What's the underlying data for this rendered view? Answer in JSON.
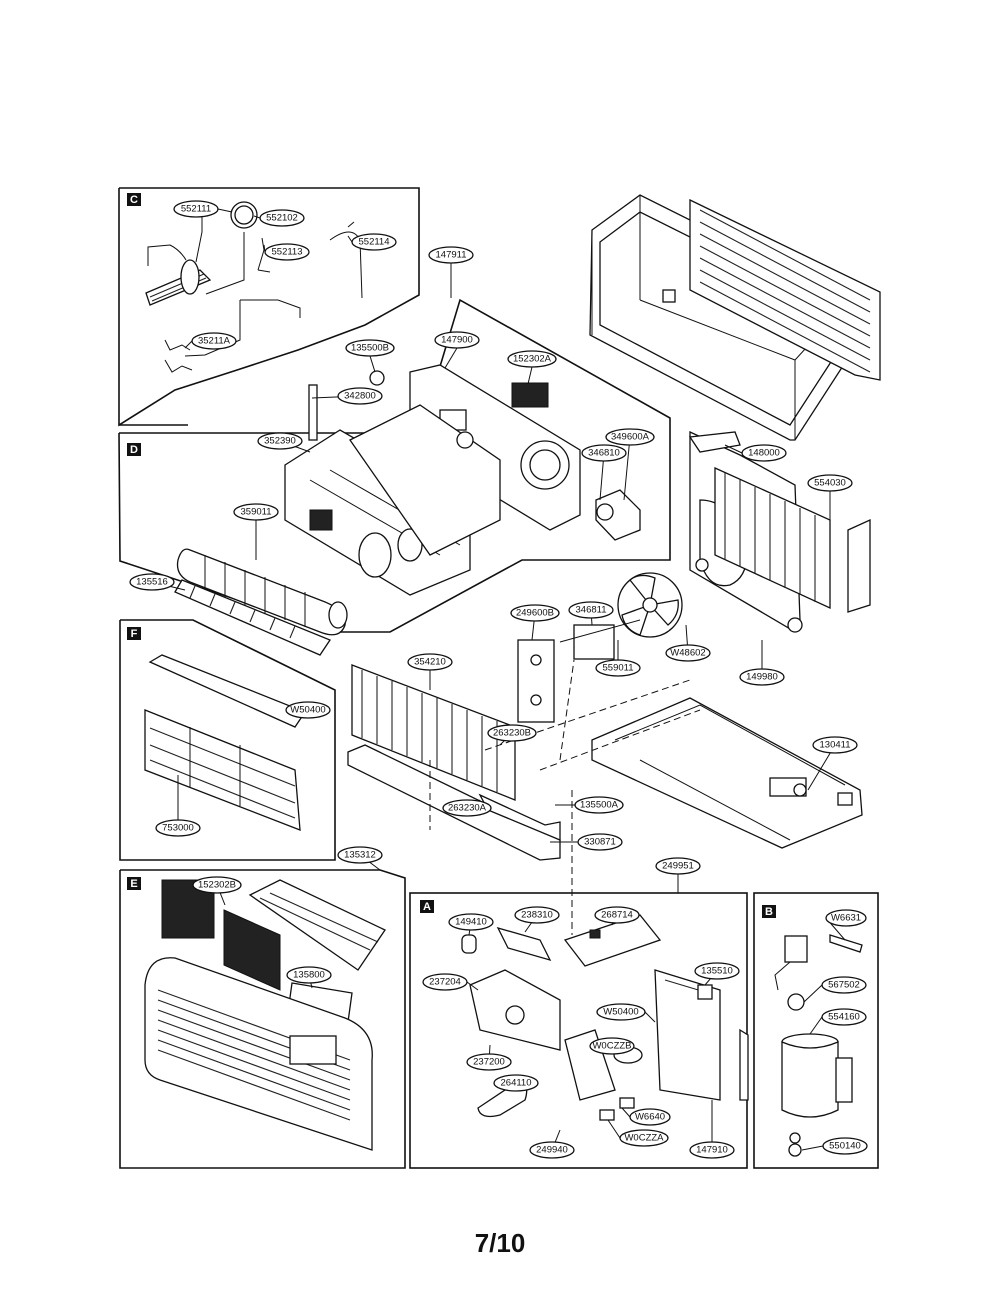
{
  "page_number": "7/10",
  "sections": {
    "A": "A",
    "B": "B",
    "C": "C",
    "D": "D",
    "E": "E",
    "F": "F"
  },
  "part_numbers": {
    "c1": "552111",
    "c2": "552102",
    "c3": "552113",
    "c4": "552114",
    "c5": "35211A",
    "c6": "147911",
    "c7": "135500B",
    "c8": "147900",
    "c9": "152302A",
    "c10": "342800",
    "c11": "352390",
    "c12": "349600A",
    "c13": "346810",
    "c14": "148000",
    "c15": "554030",
    "c16": "359011",
    "c17": "135516",
    "c18": "249600B",
    "c19": "346811",
    "c20": "559011",
    "c21": "W48602",
    "c22": "149980",
    "c23": "354210",
    "c24": "W50400",
    "c25": "263230B",
    "c26": "130411",
    "c27": "263230A",
    "c28": "135500A",
    "c29": "753000",
    "c30": "330871",
    "c31": "135312",
    "c32": "249951",
    "c33": "152302B",
    "c34": "149410",
    "c35": "238310",
    "c36": "268714",
    "c37": "W6631",
    "c38": "237204",
    "c39": "135510",
    "c40": "567502",
    "c41": "135800",
    "c42": "W50400",
    "c43": "554160",
    "c44": "237200",
    "c45": "W0CZZB",
    "c46": "264110",
    "c47": "W6640",
    "c48": "W0CZZA",
    "c49": "249940",
    "c50": "147910",
    "c51": "550140"
  }
}
